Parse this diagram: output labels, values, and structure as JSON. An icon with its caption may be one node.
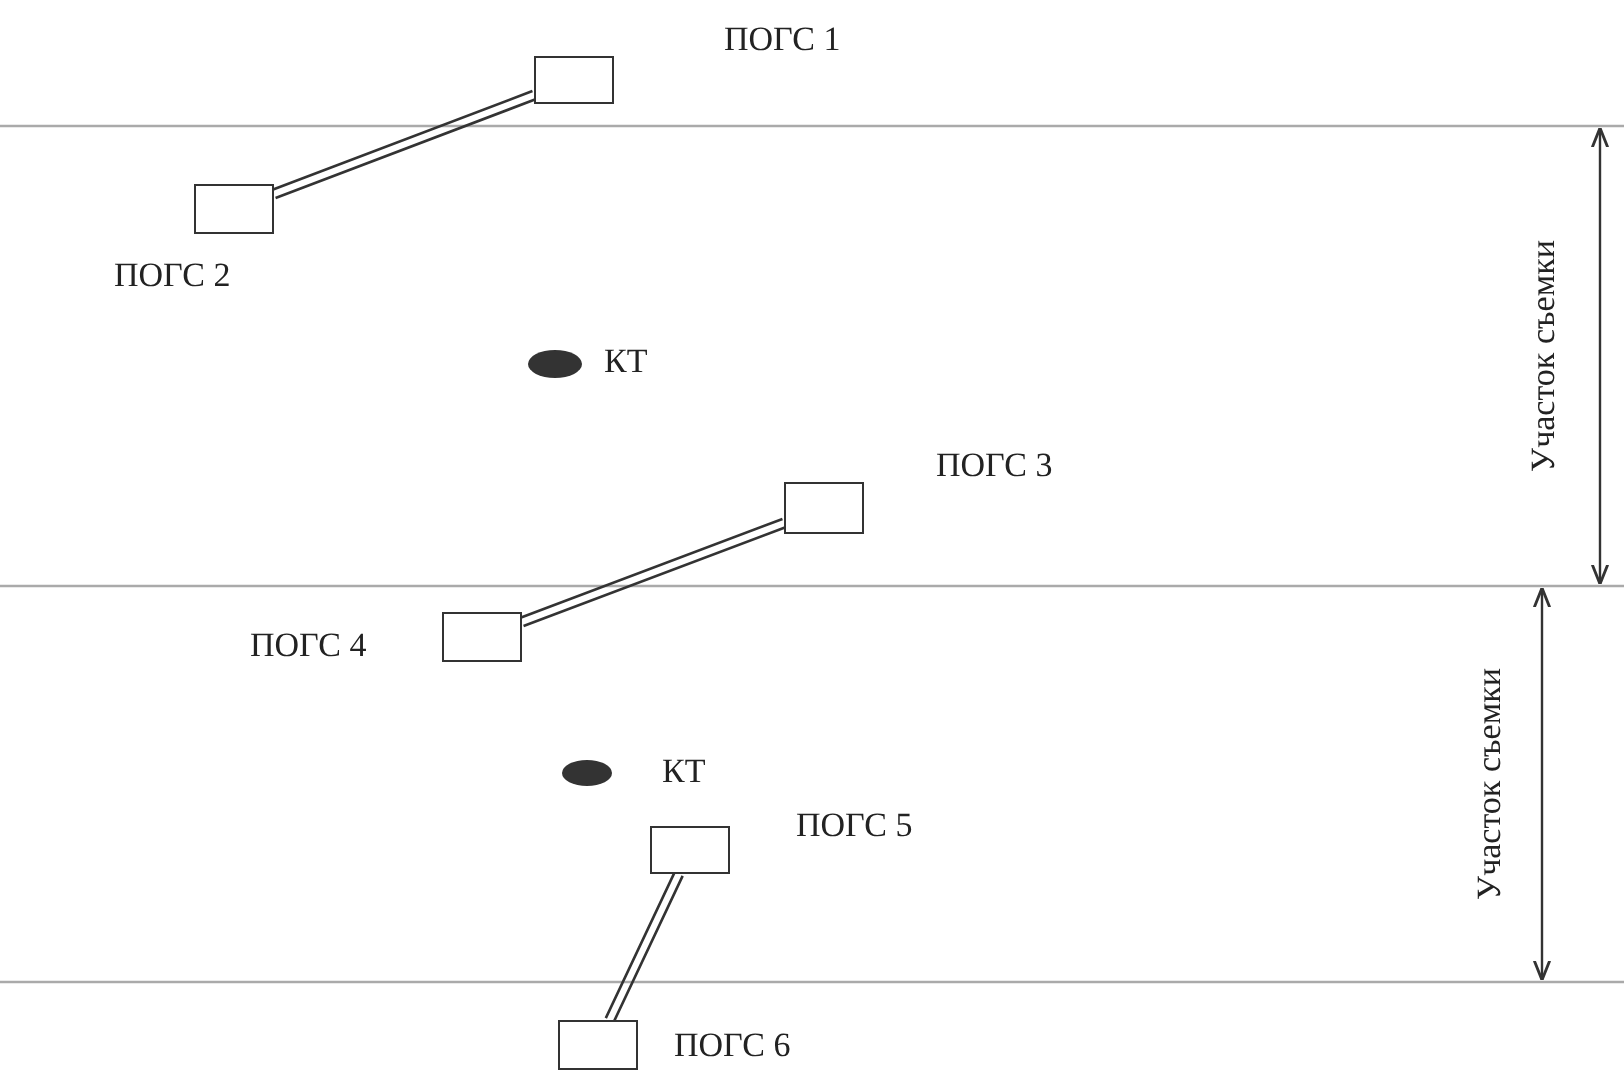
{
  "diagram": {
    "nodes": [
      {
        "text": [],
        "shape": "box",
        "beside": [
          "ПОГС 1"
        ]
      },
      {
        "text": [],
        "shape": "box",
        "beside": [
          "ПОГС 2"
        ]
      },
      {
        "text": [],
        "shape": "circle",
        "beside": [
          "КТ"
        ]
      },
      {
        "text": [],
        "shape": "box",
        "beside": [
          "ПОГС 3"
        ]
      },
      {
        "text": [],
        "shape": "box",
        "beside": [
          "ПОГС 4"
        ]
      },
      {
        "text": [],
        "shape": "circle",
        "beside": [
          "КТ"
        ]
      },
      {
        "text": [],
        "shape": "box",
        "beside": [
          "ПОГС 5"
        ]
      },
      {
        "text": [],
        "shape": "box",
        "beside": [
          "ПОГС 6"
        ]
      }
    ],
    "edges": [
      {
        "from": 0,
        "to": 1,
        "arrow": "none"
      },
      {
        "from": 3,
        "to": 4,
        "arrow": "none"
      },
      {
        "from": 6,
        "to": 7,
        "arrow": "none"
      }
    ],
    "labels": [
      "Участок съемки",
      "Участок съемки"
    ]
  }
}
